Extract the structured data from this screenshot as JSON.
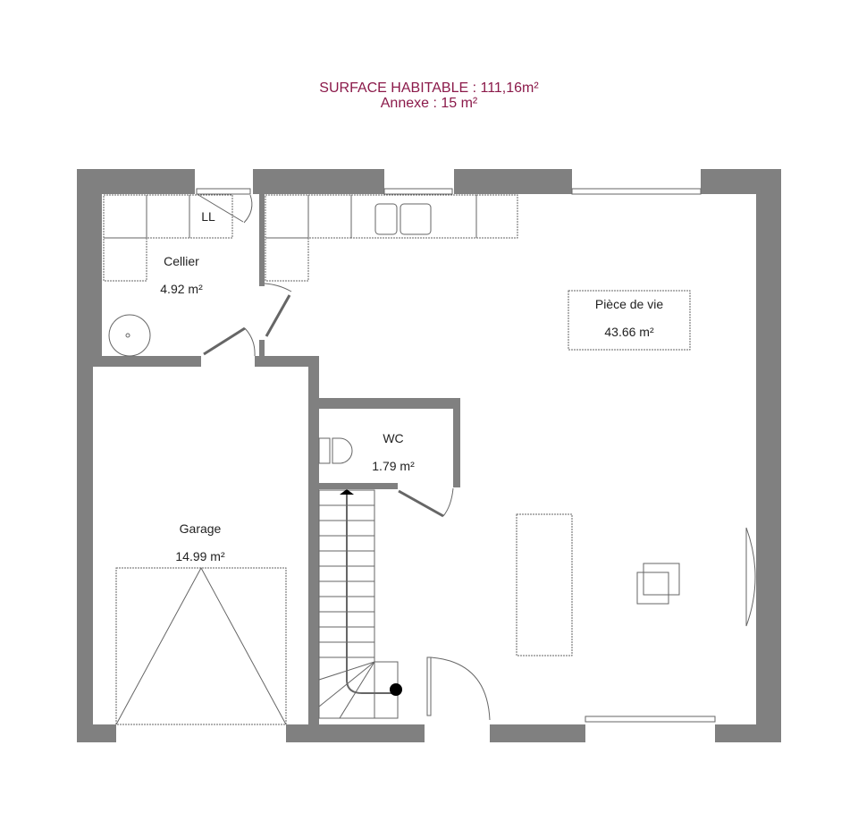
{
  "header": {
    "surface": "SURFACE HABITABLE : 111,16m²",
    "annexe": "Annexe : 15 m²"
  },
  "rooms": [
    {
      "name": "Cellier",
      "area": "4.92 m²"
    },
    {
      "name": "Pièce de vie",
      "area": "43.66 m²"
    },
    {
      "name": "WC",
      "area": "1.79 m²"
    },
    {
      "name": "Garage",
      "area": "14.99 m²"
    }
  ],
  "fixtures": {
    "laundry": "LL"
  },
  "colors": {
    "wall": "#808080",
    "title": "#8b1a4a"
  }
}
